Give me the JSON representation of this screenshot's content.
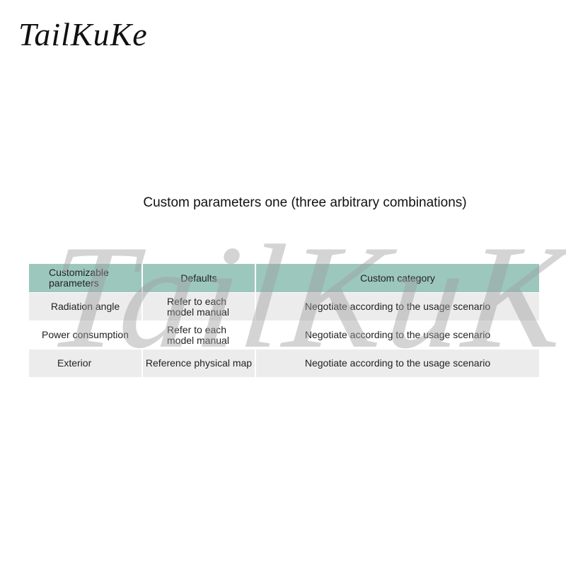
{
  "brand": {
    "logo_text": "TailKuKe",
    "watermark_text": "TailKuKe"
  },
  "document": {
    "title": "Custom parameters one (three arbitrary combinations)",
    "table": {
      "header_color": "#9cc7bd",
      "columns": [
        "Customizable parameters",
        "Defaults",
        "Custom category"
      ],
      "rows": [
        {
          "parameter": "Radiation angle",
          "default": "Refer to each model manual",
          "custom": "Negotiate according to the usage scenario"
        },
        {
          "parameter": "Power consumption",
          "default": "Refer to each model manual",
          "custom": "Negotiate according to the usage scenario"
        },
        {
          "parameter": "Exterior",
          "default": "Reference physical map",
          "custom": "Negotiate according to the usage scenario"
        }
      ]
    }
  }
}
